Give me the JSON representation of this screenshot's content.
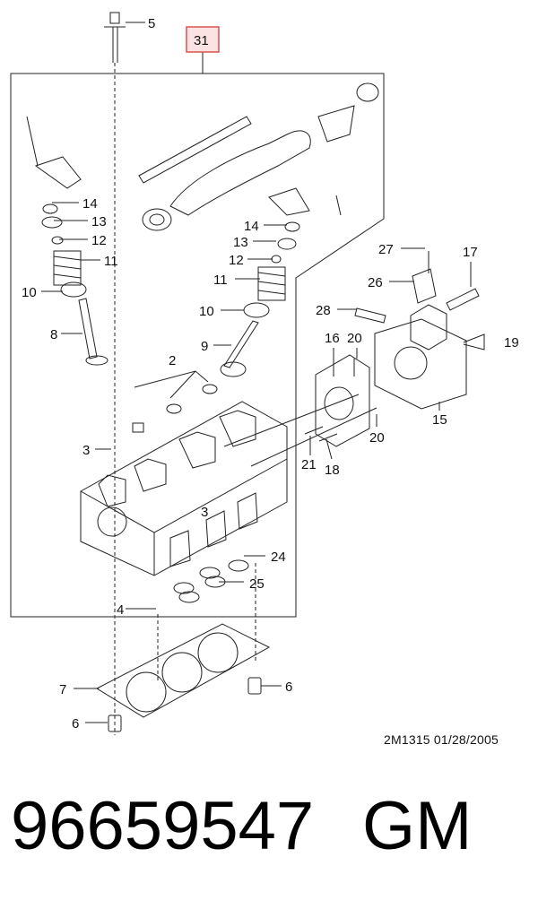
{
  "callouts": {
    "c31": "31",
    "c5": "5",
    "c14a": "14",
    "c13a": "13",
    "c12a": "12",
    "c11a": "11",
    "c10a": "10",
    "c8": "8",
    "c14b": "14",
    "c13b": "13",
    "c12b": "12",
    "c11b": "11",
    "c10b": "10",
    "c9": "9",
    "c2": "2",
    "c3a": "3",
    "c3b": "3",
    "c4": "4",
    "c24": "24",
    "c25": "25",
    "c7": "7",
    "c6a": "6",
    "c6b": "6",
    "c27": "27",
    "c17": "17",
    "c26": "26",
    "c28": "28",
    "c16": "16",
    "c20a": "20",
    "c19": "19",
    "c15": "15",
    "c20b": "20",
    "c21": "21",
    "c18": "18"
  },
  "footer": {
    "code": "2M1315  01/28/2005",
    "part_number": "96659547",
    "brand": "GM"
  },
  "colors": {
    "line": "#222222",
    "callout_box_border": "#d9534f",
    "callout_box_fill": "#fbe3e3",
    "background": "#ffffff"
  }
}
